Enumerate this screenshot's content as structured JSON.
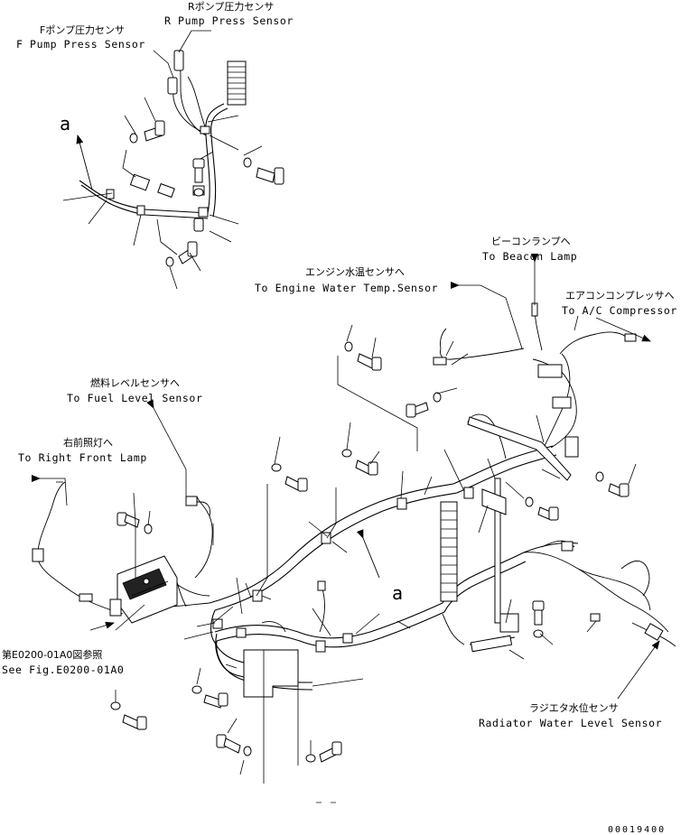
{
  "labels": {
    "r_pump_jp": "Rポンプ圧力センサ",
    "r_pump_en": "R Pump Press Sensor",
    "f_pump_jp": "Fポンプ圧力センサ",
    "f_pump_en": "F Pump Press Sensor",
    "beacon_jp": "ビーコンランプへ",
    "beacon_en": "To Beacon Lamp",
    "water_temp_jp": "エンジン水温センサへ",
    "water_temp_en": "To Engine Water Temp.Sensor",
    "ac_jp": "エアコンコンプレッサへ",
    "ac_en": "To A/C Compressor",
    "fuel_jp": "燃料レベルセンサへ",
    "fuel_en": "To Fuel Level Sensor",
    "front_lamp_jp": "右前照灯へ",
    "front_lamp_en": "To Right Front Lamp",
    "ref_jp": "第E0200-01A0図参照",
    "ref_en": "See Fig.E0200-01A0",
    "radiator_jp": "ラジエタ水位センサ",
    "radiator_en": "Radiator Water Level Sensor",
    "marker_a_top": "a",
    "marker_a_main": "a",
    "drawing_number": "00019400"
  }
}
